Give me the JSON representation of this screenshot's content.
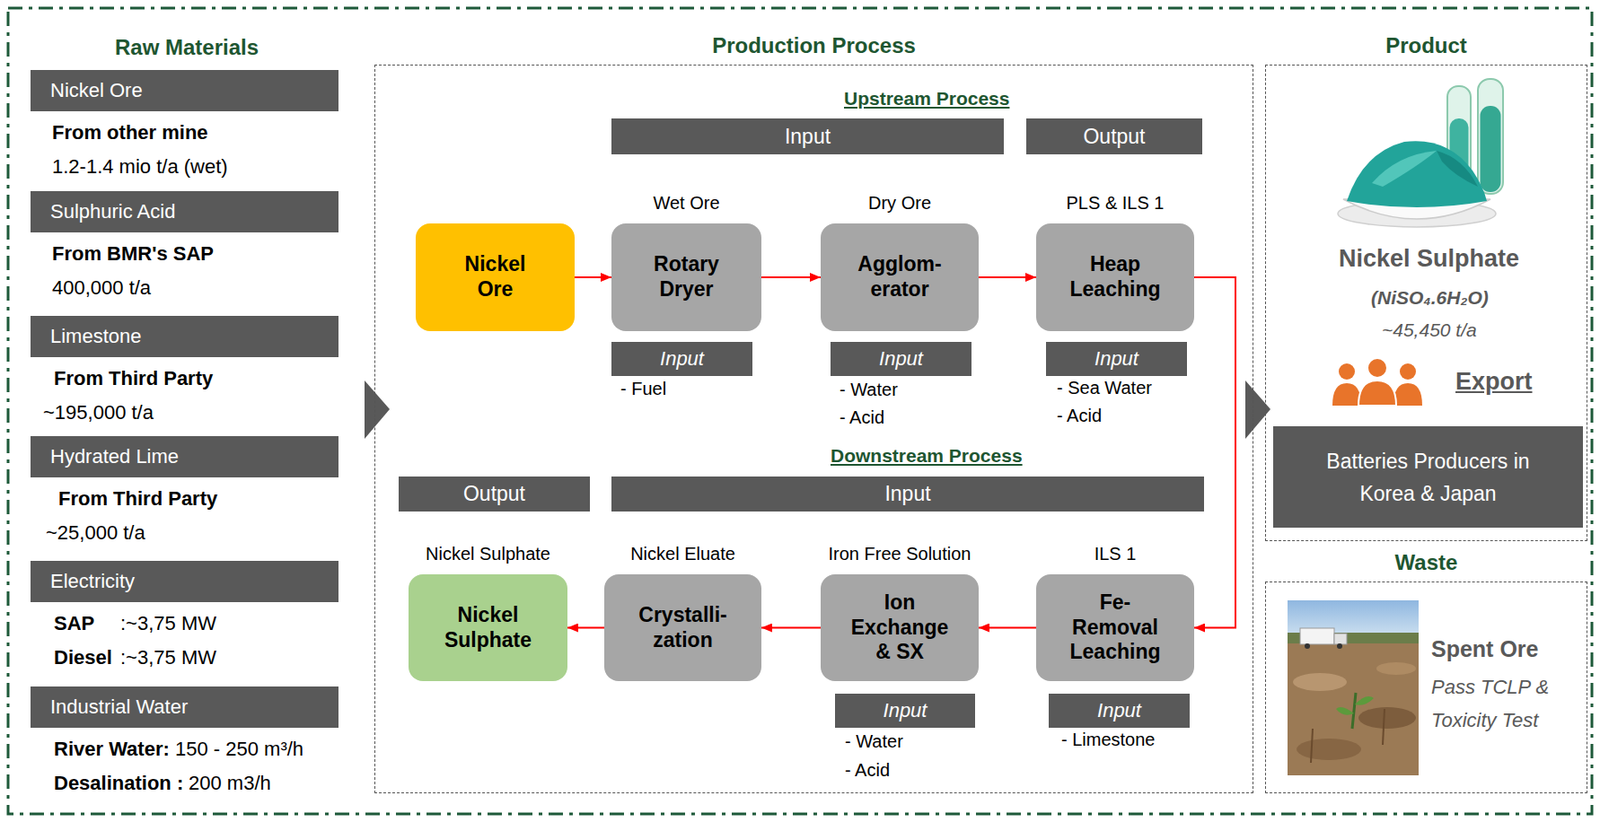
{
  "diagram": {
    "nodes": [
      {
        "text": [
          "Nickel Ore"
        ]
      },
      {
        "text": [
          "Sulphuric Acid"
        ]
      },
      {
        "text": [
          "Limestone"
        ]
      },
      {
        "text": [
          "Hydrated Lime"
        ]
      },
      {
        "text": [
          "Electricity"
        ]
      },
      {
        "text": [
          "Industrial Water"
        ]
      },
      {
        "text": [
          "Production Process"
        ]
      },
      {
        "text": [
          "Input"
        ],
        "in": 6
      },
      {
        "text": [
          "Output"
        ],
        "in": 6
      },
      {
        "text": [
          "Nickel Ore"
        ],
        "in": 6
      },
      {
        "text": [
          "Wet Ore",
          "Rotary Dryer"
        ],
        "in": 6
      },
      {
        "text": [
          "Dry Ore",
          "Agglom- erator"
        ],
        "in": 6
      },
      {
        "text": [
          "PLS & ILS 1",
          "Heap Leaching"
        ],
        "in": 6
      },
      {
        "text": [
          "Input"
        ],
        "in": 6
      },
      {
        "text": [
          "Input"
        ],
        "in": 6
      },
      {
        "text": [
          "Input"
        ],
        "in": 6
      },
      {
        "text": [
          "Output"
        ],
        "in": 6
      },
      {
        "text": [
          "Input"
        ],
        "in": 6
      },
      {
        "text": [
          "Nickel Sulphate",
          "Nickel Sulphate"
        ],
        "in": 6
      },
      {
        "text": [
          "Nickel Eluate",
          "Crystalli- zation"
        ],
        "in": 6
      },
      {
        "text": [
          "Iron Free Solution",
          "Ion Exchange & SX"
        ],
        "in": 6
      },
      {
        "text": [
          "ILS 1",
          "Fe- Removal Leaching"
        ],
        "in": 6
      },
      {
        "text": [
          "Input"
        ],
        "in": 6
      },
      {
        "text": [
          "Input"
        ],
        "in": 6
      },
      {
        "text": [
          "Product"
        ]
      },
      {
        "text": [
          "Batteries Producers in Korea & Japan"
        ],
        "in": 24
      },
      {
        "text": [
          "Waste"
        ]
      }
    ],
    "edges": [
      {
        "from": 9,
        "to": 10,
        "arrow": "to"
      },
      {
        "from": 10,
        "to": 11,
        "arrow": "to"
      },
      {
        "from": 11,
        "to": 12,
        "arrow": "to"
      },
      {
        "from": 12,
        "to": 21,
        "arrow": "to"
      },
      {
        "from": 21,
        "to": 20,
        "arrow": "to"
      },
      {
        "from": 20,
        "to": 19,
        "arrow": "to"
      },
      {
        "from": 19,
        "to": 18,
        "arrow": "to"
      }
    ],
    "labels": [
      "Raw Materials",
      "From other mine",
      "1.2-1.4 mio t/a (wet)",
      "From BMR's SAP",
      "400,000 t/a",
      "From Third Party",
      "~195,000 t/a",
      "From Third Party",
      "~25,000 t/a",
      "SAP",
      ":~3,75 MW",
      "Diesel",
      ":~3,75 MW",
      "River Water:",
      "150 - 250 m³/h",
      "Desalination :",
      "200 m3/h",
      "Upstream Process",
      "- Fuel",
      "- Water",
      "- Acid",
      "- Sea Water",
      "- Acid",
      "Downstream Process",
      "- Water",
      "- Acid",
      "- Limestone",
      "Nickel Sulphate",
      "(NiSO₄.6H₂O)",
      "~45,450 t/a",
      "Export",
      "Spent Ore",
      "Pass TCLP & Toxicity Test"
    ]
  }
}
